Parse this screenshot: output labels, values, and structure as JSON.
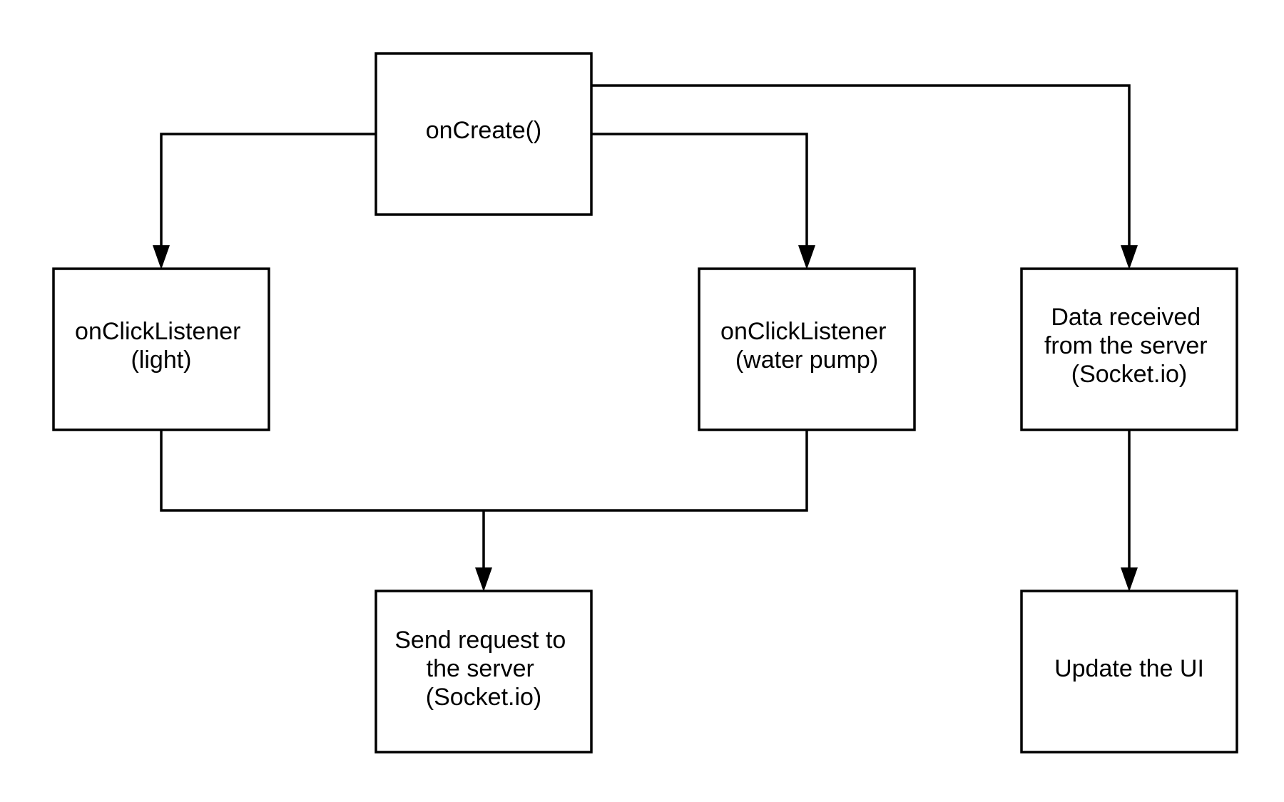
{
  "diagram": {
    "type": "flowchart",
    "colors": {
      "stroke": "#000000",
      "fill": "#ffffff",
      "text": "#000000",
      "background": "#ffffff"
    },
    "nodes": {
      "on_create": {
        "lines": [
          "onCreate()"
        ]
      },
      "click_light": {
        "lines": [
          "onClickListener",
          "(light)"
        ]
      },
      "click_pump": {
        "lines": [
          "onClickListener",
          "(water pump)"
        ]
      },
      "data_received": {
        "lines": [
          "Data received",
          "from the server",
          "(Socket.io)"
        ]
      },
      "send_request": {
        "lines": [
          "Send request to",
          "the server",
          "(Socket.io)"
        ]
      },
      "update_ui": {
        "lines": [
          "Update the UI"
        ]
      }
    },
    "edges": [
      {
        "from": "on_create",
        "to": "click_light"
      },
      {
        "from": "on_create",
        "to": "click_pump"
      },
      {
        "from": "on_create",
        "to": "data_received"
      },
      {
        "from": "click_light",
        "to": "send_request"
      },
      {
        "from": "click_pump",
        "to": "send_request"
      },
      {
        "from": "data_received",
        "to": "update_ui"
      }
    ]
  }
}
